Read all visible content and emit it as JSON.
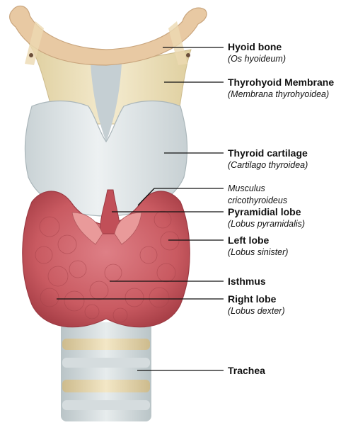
{
  "labels": {
    "hyoid": {
      "main": "Hyoid bone",
      "sub": "Os hyoideum"
    },
    "thyrohyoid": {
      "main": "Thyrohyoid Membrane",
      "sub": "Membrana thyrohyoidea"
    },
    "thyroid_cartilage": {
      "main": "Thyroid cartilage",
      "sub": "Cartilago thyroidea"
    },
    "cricothyroid": {
      "line1": "Musculus",
      "line2": "cricothyroideus"
    },
    "pyramidal": {
      "main": "Pyramidial lobe",
      "sub": "Lobus pyramidalis"
    },
    "left_lobe": {
      "main": "Left lobe",
      "sub": "Lobus sinister"
    },
    "isthmus": {
      "main": "Isthmus"
    },
    "right_lobe": {
      "main": "Right lobe",
      "sub": "Lobus dexter"
    },
    "trachea": {
      "main": "Trachea"
    }
  },
  "colors": {
    "bone": "#e9c9a2",
    "membrane": "#efe2bf",
    "cartilage": "#dde4e6",
    "gland": "#c95a61",
    "gland_dark": "#a93f49",
    "muscle": "#e08080",
    "trachea_ring": "#e8d8b0",
    "leader": "#111111"
  }
}
